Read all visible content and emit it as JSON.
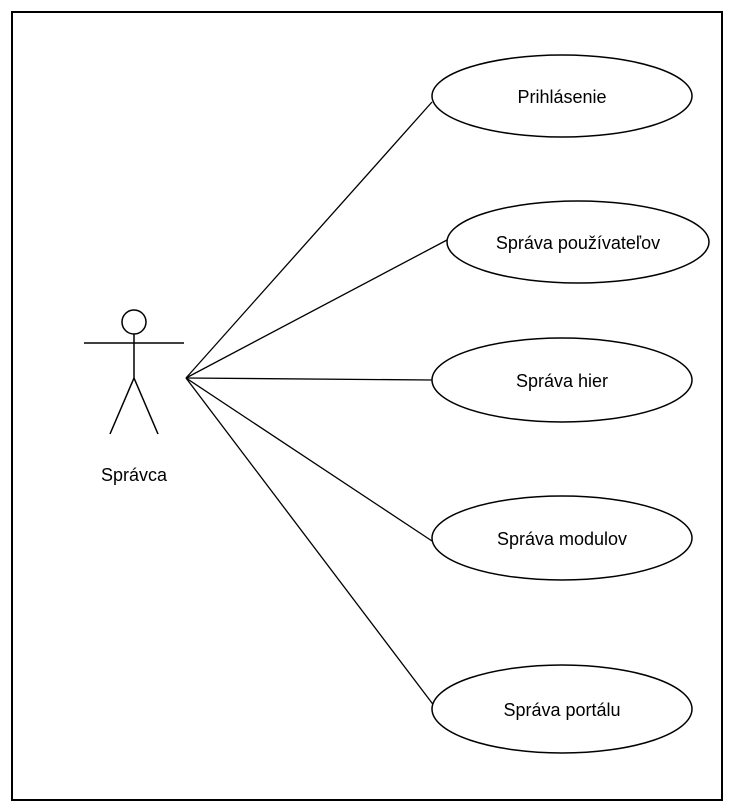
{
  "diagram": {
    "actor": {
      "name": "Správca"
    },
    "use_cases": [
      {
        "label": "Prihlásenie"
      },
      {
        "label": "Správa používateľov"
      },
      {
        "label": "Správa hier"
      },
      {
        "label": "Správa modulov"
      },
      {
        "label": "Správa portálu"
      }
    ]
  },
  "colors": {
    "stroke": "#000000",
    "background": "#ffffff"
  }
}
